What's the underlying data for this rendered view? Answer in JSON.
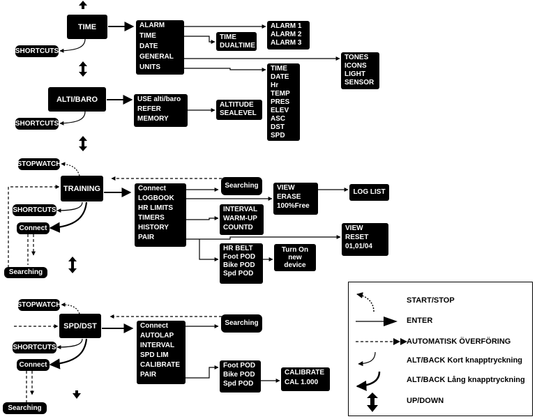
{
  "time": {
    "title": "TIME",
    "shortcuts": "SHORTCUTS",
    "menu": [
      "ALARM",
      "TIME",
      "DATE",
      "GENERAL",
      "UNITS"
    ],
    "alarms": [
      "ALARM 1",
      "ALARM  2",
      "ALARM 3"
    ],
    "time_sub": [
      "TIME",
      "DUALTIME"
    ],
    "general_sub": [
      "TONES",
      "ICONS",
      "LIGHT",
      "SENSOR"
    ],
    "units_sub": [
      "TIME",
      "DATE",
      "Hr",
      "TEMP",
      "PRES",
      "ELEV",
      "ASC",
      "DST",
      "SPD"
    ]
  },
  "alti": {
    "title": "ALTI/BARO",
    "shortcuts": "SHORTCUTS",
    "menu": [
      "USE alti/baro",
      "REFER",
      "MEMORY"
    ],
    "refer_sub": [
      "ALTITUDE",
      "SEALEVEL"
    ]
  },
  "training": {
    "stopwatch": "STOPWATCH",
    "title": "TRAINING",
    "shortcuts": "SHORTCUTS",
    "connect": "Connect",
    "searching_left": "Searching",
    "searching_top": "Searching",
    "menu": [
      "Connect",
      "LOGBOOK",
      "HR LIMITS",
      "TIMERS",
      "HISTORY",
      "PAIR"
    ],
    "logbook_sub": [
      "VIEW",
      "ERASE",
      "100%Free"
    ],
    "log_list": "LOG LIST",
    "timers_sub": [
      "INTERVAL",
      "WARM-UP",
      "COUNTD"
    ],
    "history_sub": [
      "VIEW",
      "RESET",
      "01,01/04"
    ],
    "pair_sub": [
      "HR BELT",
      "Foot POD",
      "Bike POD",
      "Spd POD"
    ],
    "turn_on": [
      "Turn On",
      "new",
      "device"
    ]
  },
  "spd": {
    "stopwatch": "STOPWATCH",
    "title": "SPD/DST",
    "shortcuts": "SHORTCUTS",
    "connect": "Connect",
    "searching_left": "Searching",
    "searching_top": "Searching",
    "menu": [
      "Connect",
      "AUTOLAP",
      "INTERVAL",
      "SPD LIM",
      "CALIBRATE",
      "PAIR"
    ],
    "pair_sub": [
      "Foot POD",
      "Bike POD",
      "Spd POD"
    ],
    "calibrate_sub": [
      "CALIBRATE",
      "CAL 1.000"
    ]
  },
  "legend": {
    "start_stop": "START/STOP",
    "enter": "ENTER",
    "auto": "AUTOMATISK ÖVERFÖRING",
    "back_short": "ALT/BACK  Kort knapptryckning",
    "back_long": "ALT/BACK  Lång knapptryckning",
    "up_down": "UP/DOWN"
  }
}
